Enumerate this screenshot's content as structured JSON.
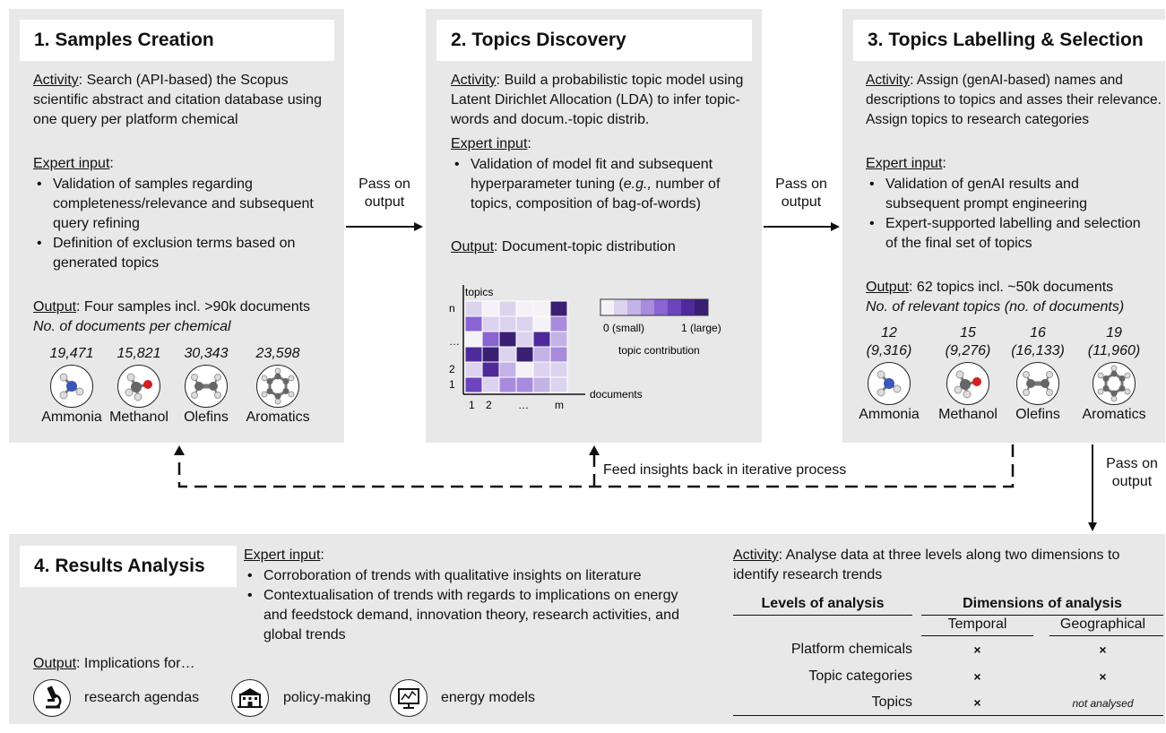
{
  "panel1": {
    "title": "1. Samples Creation",
    "activity_label": "Activity",
    "activity_text": ": Search (API-based) the Scopus scientific abstract and citation database using one query per platform chemical",
    "expert_label": "Expert input",
    "expert_items": [
      "Validation of samples regarding completeness/relevance and subsequent query refining",
      "Definition of exclusion terms based on generated topics"
    ],
    "output_label": "Output",
    "output_text": ": Four samples incl. >90k documents",
    "output_sub": "No. of documents per chemical",
    "molecules": [
      {
        "count": "19,471",
        "name": "Ammonia"
      },
      {
        "count": "15,821",
        "name": "Methanol"
      },
      {
        "count": "30,343",
        "name": "Olefins"
      },
      {
        "count": "23,598",
        "name": "Aromatics"
      }
    ]
  },
  "panel2": {
    "title": "2. Topics Discovery",
    "activity_label": "Activity",
    "activity_text": ": Build a probabilistic topic model using Latent Dirichlet Allocation (LDA) to infer topic-words and docum.-topic distrib.",
    "expert_label": "Expert input",
    "expert_item_pre": "Validation of model fit and subsequent hyperparameter tuning (",
    "expert_item_eg": "e.g.,",
    "expert_item_post": " number of topics, composition of bag-of-words)",
    "output_label": "Output",
    "output_text": ": Document-topic distribution",
    "matrix": {
      "y_axis_label": "topics",
      "x_axis_label": "documents",
      "y_ticks": [
        "n",
        "…",
        "2",
        "1"
      ],
      "x_ticks": [
        "1",
        "2",
        "…",
        "m"
      ],
      "legend_min": "0 (small)",
      "legend_max": "1 (large)",
      "legend_title": "topic contribution",
      "legend_colors": [
        "#f4f2f7",
        "#dcd3ee",
        "#c3b2e6",
        "#a88bdd",
        "#8a64d2",
        "#6c44be",
        "#4e2a9a",
        "#3a1f73"
      ],
      "cells": [
        [
          1,
          0,
          1,
          0,
          0,
          7
        ],
        [
          4,
          1,
          1,
          1,
          0,
          3
        ],
        [
          0,
          4,
          7,
          1,
          6,
          2
        ],
        [
          6,
          7,
          1,
          7,
          2,
          3
        ],
        [
          1,
          6,
          2,
          0,
          1,
          1
        ],
        [
          5,
          1,
          3,
          3,
          2,
          1
        ]
      ]
    }
  },
  "panel3": {
    "title": "3. Topics Labelling & Selection",
    "activity_label": "Activity",
    "activity_text": ": Assign (genAI-based) names and descriptions to topics and asses their relevance. Assign topics to research categories",
    "expert_label": "Expert input",
    "expert_items": [
      "Validation of genAI results and subsequent prompt engineering",
      "Expert-supported labelling and selection of the final set of topics"
    ],
    "output_label": "Output",
    "output_text": ": 62 topics incl. ~50k documents",
    "output_sub": "No. of relevant topics (no. of documents)",
    "molecules": [
      {
        "count": "12",
        "docs": "(9,316)",
        "name": "Ammonia"
      },
      {
        "count": "15",
        "docs": "(9,276)",
        "name": "Methanol"
      },
      {
        "count": "16",
        "docs": "(16,133)",
        "name": "Olefins"
      },
      {
        "count": "19",
        "docs": "(11,960)",
        "name": "Aromatics"
      }
    ]
  },
  "arrows": {
    "pass_on_1": "Pass on output",
    "pass_on_2": "Pass on output",
    "pass_on_3": "Pass on output",
    "feedback": "Feed insights back in iterative process"
  },
  "panel4": {
    "title": "4. Results Analysis",
    "expert_label": "Expert input",
    "expert_items": [
      "Corroboration of trends with qualitative insights on literature",
      "Contextualisation of trends with regards to implications on energy and feedstock demand, innovation theory, research activities, and global trends"
    ],
    "output_label": "Output",
    "output_text": ": Implications for…",
    "implications": [
      {
        "icon": "microscope-icon",
        "label": "research agendas"
      },
      {
        "icon": "building-icon",
        "label": "policy-making"
      },
      {
        "icon": "monitor-chart-icon",
        "label": "energy models"
      }
    ],
    "activity_label": "Activity",
    "activity_text": ": Analyse data at three levels along two dimensions to identify research trends",
    "table": {
      "col_levels": "Levels of analysis",
      "col_dimensions": "Dimensions of analysis",
      "sub_temporal": "Temporal",
      "sub_geographical": "Geographical",
      "rows": [
        {
          "level": "Platform chemicals",
          "temporal": "×",
          "geographical": "×"
        },
        {
          "level": "Topic categories",
          "temporal": "×",
          "geographical": "×"
        },
        {
          "level": "Topics",
          "temporal": "×",
          "geographical": "not analysed"
        }
      ]
    }
  }
}
